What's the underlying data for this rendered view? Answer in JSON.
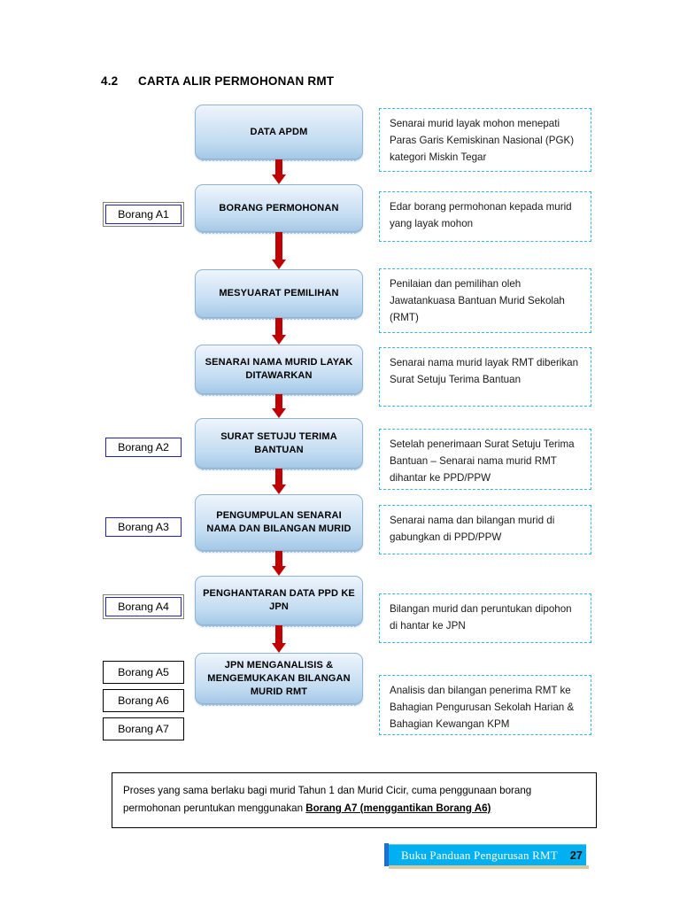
{
  "heading": {
    "number": "4.2",
    "title": "CARTA ALIR PERMOHONAN RMT"
  },
  "flow": {
    "steps": [
      {
        "label": "DATA APDM"
      },
      {
        "label": "BORANG PERMOHONAN"
      },
      {
        "label": "MESYUARAT PEMILIHAN"
      },
      {
        "label": "SENARAI NAMA MURID LAYAK DITAWARKAN"
      },
      {
        "label": "SURAT SETUJU TERIMA BANTUAN"
      },
      {
        "label": "PENGUMPULAN SENARAI NAMA DAN BILANGAN MURID"
      },
      {
        "label": "PENGHANTARAN DATA PPD KE JPN"
      },
      {
        "label": "JPN MENGANALISIS & MENGEMUKAKAN BILANGAN MURID RMT"
      }
    ]
  },
  "notes": [
    {
      "text": "Senarai murid layak  mohon menepati Paras Garis Kemiskinan Nasional (PGK) kategori Miskin Tegar"
    },
    {
      "text": "Edar borang permohonan kepada murid yang layak mohon"
    },
    {
      "text": "Penilaian dan pemilihan oleh Jawatankuasa  Bantuan Murid Sekolah (RMT)"
    },
    {
      "text": "Senarai nama murid layak RMT diberikan Surat Setuju Terima Bantuan"
    },
    {
      "text": "Setelah penerimaan Surat Setuju Terima Bantuan – Senarai nama murid RMT dihantar ke PPD/PPW"
    },
    {
      "text": "Senarai nama dan bilangan murid  di gabungkan di PPD/PPW"
    },
    {
      "text": "Bilangan murid  dan peruntukan dipohon di hantar ke JPN"
    },
    {
      "text": "Analisis dan bilangan penerima RMT ke Bahagian Pengurusan Sekolah Harian & Bahagian Kewangan KPM"
    }
  ],
  "borang_tags": [
    {
      "label": "Borang A1",
      "style": "blue-framed"
    },
    {
      "label": "Borang A2",
      "style": "blue"
    },
    {
      "label": "Borang A3",
      "style": "blue"
    },
    {
      "label": "Borang A4",
      "style": "blue"
    },
    {
      "label": "Borang A5",
      "style": "plain"
    },
    {
      "label": "Borang A6",
      "style": "plain"
    },
    {
      "label": "Borang A7",
      "style": "plain"
    }
  ],
  "footnote": {
    "part1": "Proses yang sama berlaku bagi murid Tahun 1 dan Murid Cicir, cuma penggunaan borang permohonan peruntukan menggunakan ",
    "emphasis": "Borang A7 (menggantikan Borang A6)"
  },
  "footer": {
    "title": "Buku Panduan Pengurusan RMT",
    "page": "27",
    "color": "#00b0f0"
  },
  "colors": {
    "box_border": "#8fb4d4",
    "box_gradient_top": "#eef5fc",
    "box_gradient_bottom": "#a5c8e7",
    "arrow": "#c00000",
    "note_border": "#35b6e8",
    "borang_border": "#2222c8"
  }
}
